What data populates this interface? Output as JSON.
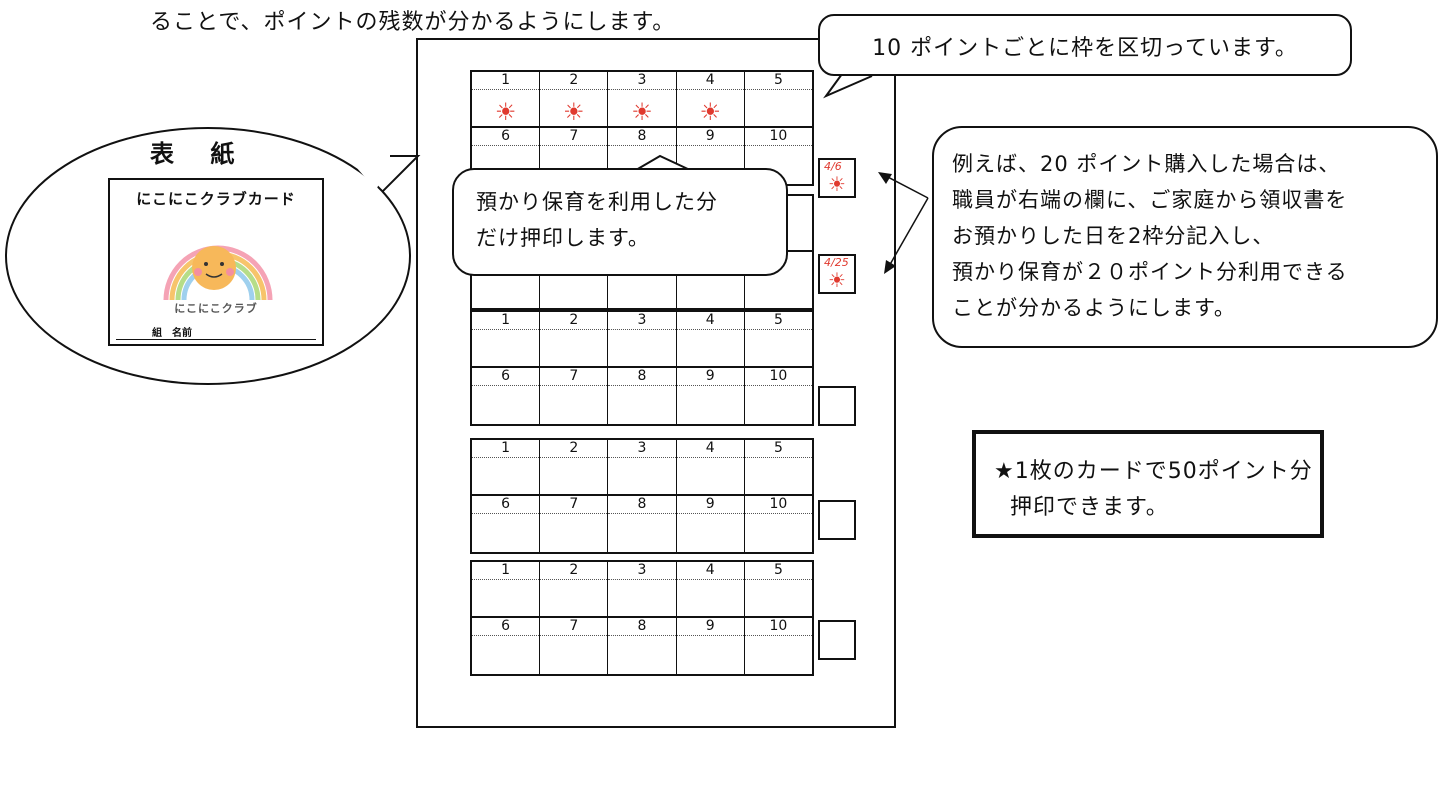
{
  "intro_text": "ることで、ポイントの残数が分かるようにします。",
  "callout_top": "10 ポイントごとに枠を区切っています。",
  "callout_middle": [
    "預かり保育を利用した分",
    "だけ押印します。"
  ],
  "callout_right": [
    "例えば、20 ポイント購入した場合は、",
    "職員が右端の欄に、ご家庭から領収書を",
    "お預かりした日を2枠分記入し、",
    "預かり保育が２０ポイント分利用できる",
    "ことが分かるようにします。"
  ],
  "notice": [
    "★1枚のカードで50ポイント分",
    "押印できます。"
  ],
  "cover": {
    "title": "表 紙",
    "card_title": "にこにこクラブカード",
    "arc_text": "にこにこクラブ",
    "name_line": "組　名前"
  },
  "stamp_card": {
    "stamped_count": 4,
    "side_dates": [
      "4/6",
      "4/25"
    ],
    "row1_numbers": [
      "1",
      "2",
      "3",
      "4",
      "5"
    ],
    "row2_numbers": [
      "6",
      "7",
      "8",
      "9",
      "10"
    ]
  },
  "colors": {
    "stamp": "#e03a2f"
  }
}
